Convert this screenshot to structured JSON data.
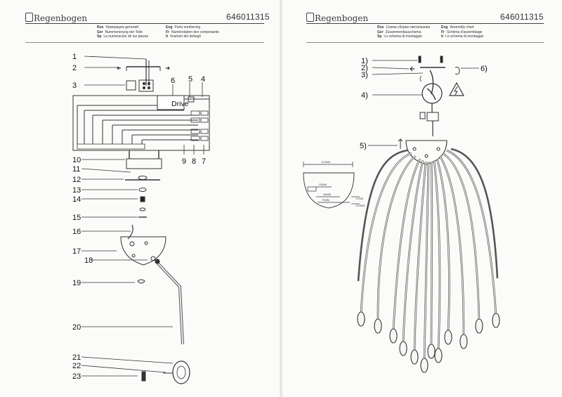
{
  "brand": "Regenbogen",
  "article_number": "646011315",
  "left_page": {
    "header": {
      "rus": {
        "code": "Rus",
        "text": "Нумерация деталей"
      },
      "ger": {
        "code": "Ger",
        "text": "Nummerierung der Teile"
      },
      "sp": {
        "code": "Sp",
        "text": "La numeración de las piezas"
      },
      "eng": {
        "code": "Eng",
        "text": "Parts numbering"
      },
      "fr": {
        "code": "Fr",
        "text": "Numérotation des composants"
      },
      "it": {
        "code": "It",
        "text": "Imumeri dei dettagli"
      }
    },
    "drive_label": "Drive",
    "part_numbers": [
      "1",
      "2",
      "3",
      "4",
      "5",
      "6",
      "7",
      "8",
      "9",
      "10",
      "11",
      "12",
      "13",
      "14",
      "15",
      "16",
      "17",
      "18",
      "19",
      "20",
      "21",
      "22",
      "23"
    ]
  },
  "right_page": {
    "header": {
      "rus": {
        "code": "Rus",
        "text": "Схема сборки светильника"
      },
      "ger": {
        "code": "Ger",
        "text": "Zusammenbauschema"
      },
      "sp": {
        "code": "Sp",
        "text": "Lo schema di montaggio"
      },
      "eng": {
        "code": "Eng",
        "text": "Assembly chart"
      },
      "fr": {
        "code": "Fr",
        "text": "Schéma d'assemblage"
      },
      "it": {
        "code": "It",
        "text": "Lo schema di montaggio"
      }
    },
    "step_labels": [
      "1)",
      "2)",
      "3)",
      "4)",
      "5)",
      "6)"
    ],
    "dimensions": {
      "overall": "122MM",
      "slot_a": "25MM",
      "slot_b": "36MM",
      "slot_c": "75MM",
      "side_a": "17MM",
      "side_b": "122MM"
    }
  }
}
